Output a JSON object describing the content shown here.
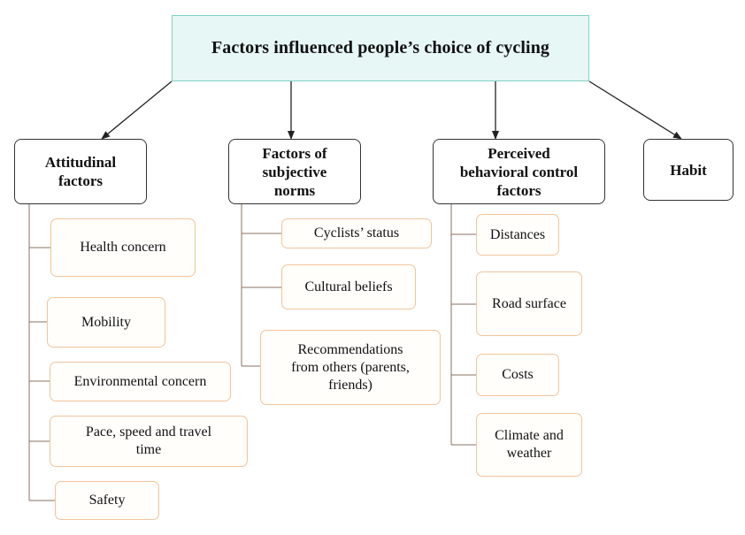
{
  "title": "Factors influenced people’s choice of cycling",
  "categories": [
    {
      "label": "Attitudinal\nfactors",
      "items": [
        "Health concern",
        "Mobility",
        "Environmental concern",
        "Pace, speed and travel\ntime",
        "Safety"
      ]
    },
    {
      "label": "Factors of\nsubjective\nnorms",
      "items": [
        "Cyclists’ status",
        "Cultural beliefs",
        "Recommendations\nfrom others (parents,\nfriends)"
      ]
    },
    {
      "label": "Perceived\nbehavioral control\nfactors",
      "items": [
        "Distances",
        "Road surface",
        "Costs",
        "Climate and\nweather"
      ]
    },
    {
      "label": "Habit",
      "items": []
    }
  ],
  "colors": {
    "title_fill": "#e6f7f5",
    "title_border": "#7fd1c8",
    "category_border": "#333333",
    "leaf_border": "#f2c49a",
    "connector": "#222222",
    "bracket_line": "#8a7060"
  }
}
